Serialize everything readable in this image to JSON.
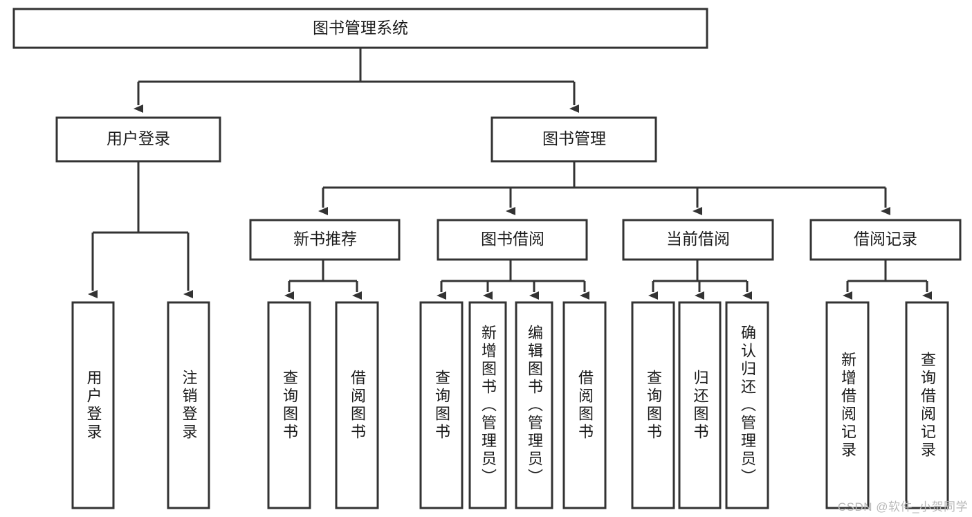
{
  "diagram": {
    "title": "图书管理系统",
    "type": "tree-hierarchy",
    "orientation": "top-down",
    "colors": {
      "stroke": "#333333",
      "fill": "#ffffff",
      "text": "#1a1a1a",
      "watermark": "#b8b8b8",
      "background": "#ffffff"
    },
    "nodes": {
      "root": {
        "label": "图书管理系统",
        "level": 0
      },
      "l1": [
        {
          "id": "user-login",
          "label": "用户登录",
          "level": 1
        },
        {
          "id": "book-manage",
          "label": "图书管理",
          "level": 1
        }
      ],
      "l2": [
        {
          "id": "new-book-rec",
          "label": "新书推荐",
          "level": 2,
          "parent": "book-manage"
        },
        {
          "id": "book-borrow",
          "label": "图书借阅",
          "level": 2,
          "parent": "book-manage"
        },
        {
          "id": "current-borrow",
          "label": "当前借阅",
          "level": 2,
          "parent": "book-manage"
        },
        {
          "id": "borrow-record",
          "label": "借阅记录",
          "level": 2,
          "parent": "book-manage"
        }
      ],
      "leaves": [
        {
          "id": "leaf-user-login",
          "label": "用户登录",
          "parent": "user-login"
        },
        {
          "id": "leaf-logout",
          "label": "注销登录",
          "parent": "user-login"
        },
        {
          "id": "leaf-query-book-1",
          "label": "查询图书",
          "parent": "new-book-rec"
        },
        {
          "id": "leaf-borrow-book-1",
          "label": "借阅图书",
          "parent": "new-book-rec"
        },
        {
          "id": "leaf-query-book-2",
          "label": "查询图书",
          "parent": "book-borrow"
        },
        {
          "id": "leaf-add-book",
          "label": "新增图书（管理员）",
          "parent": "book-borrow"
        },
        {
          "id": "leaf-edit-book",
          "label": "编辑图书（管理员）",
          "parent": "book-borrow"
        },
        {
          "id": "leaf-borrow-book-2",
          "label": "借阅图书",
          "parent": "book-borrow"
        },
        {
          "id": "leaf-query-book-3",
          "label": "查询图书",
          "parent": "current-borrow"
        },
        {
          "id": "leaf-return-book",
          "label": "归还图书",
          "parent": "current-borrow"
        },
        {
          "id": "leaf-confirm-return",
          "label": "确认归还（管理员）",
          "parent": "current-borrow"
        },
        {
          "id": "leaf-add-record",
          "label": "新增借阅记录",
          "parent": "borrow-record"
        },
        {
          "id": "leaf-query-record",
          "label": "查询借阅记录",
          "parent": "borrow-record"
        }
      ]
    },
    "watermark": "CSDN @软件_小贺同学"
  }
}
